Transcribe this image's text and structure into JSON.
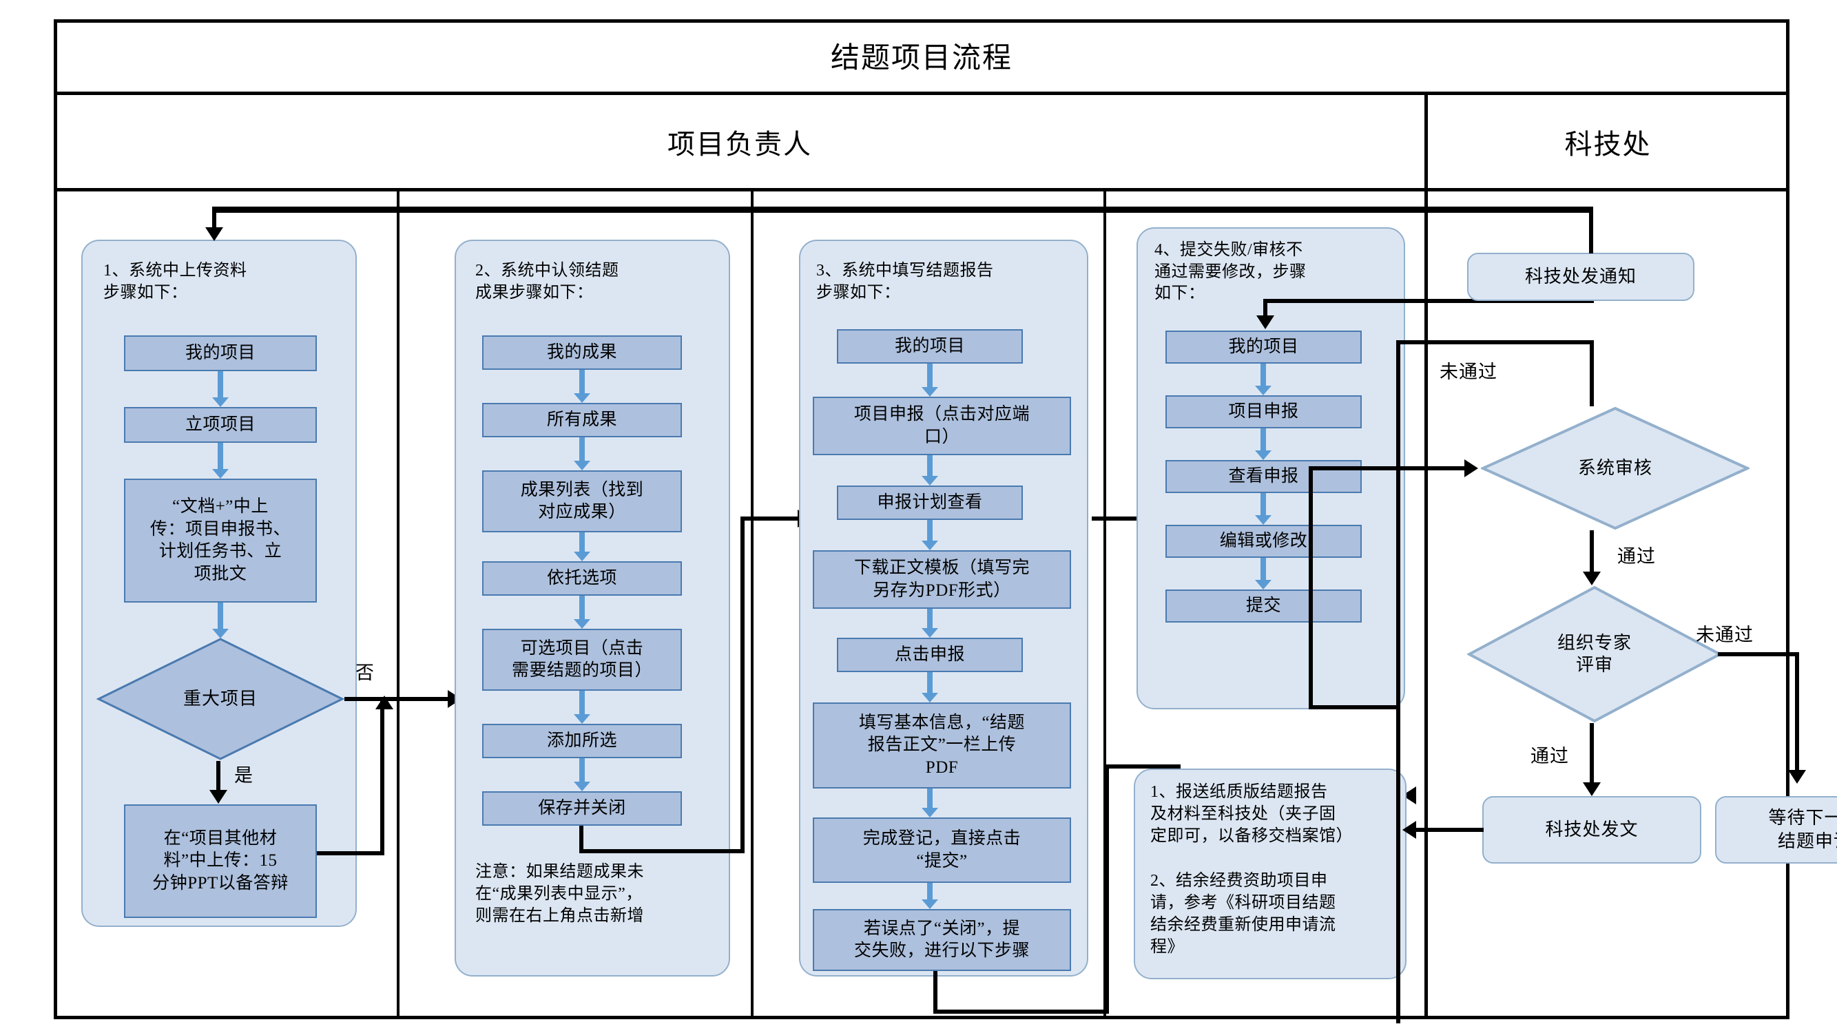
{
  "title": "结题项目流程",
  "lanes": [
    {
      "name": "项目负责人"
    },
    {
      "name": "科技处"
    }
  ],
  "columns": [
    {
      "id": "col1",
      "heading": "1、系统中上传资料\n步骤如下：",
      "steps": [
        {
          "label": "我的项目",
          "bold": false
        },
        {
          "label": "立项项目",
          "bold": false
        },
        {
          "label": "“文档+”中上\n传：项目申报书、\n计划任务书、立\n项批文",
          "bold": false
        },
        {
          "label": "在“项目其他材\n料”中上传：15\n分钟PPT以备答辩",
          "bold": false
        }
      ],
      "decision": "重大项目",
      "decision_yes": "是",
      "decision_no": "否"
    },
    {
      "id": "col2",
      "heading": "2、系统中认领结题\n成果步骤如下：",
      "steps": [
        {
          "label": "我的成果"
        },
        {
          "label": "所有成果"
        },
        {
          "label": "成果列表（找到\n对应成果）"
        },
        {
          "label": "依托选项"
        },
        {
          "label": "可选项目（点击\n需要结题的项目）"
        },
        {
          "label": "添加所选"
        },
        {
          "label": "保存并关闭"
        }
      ],
      "note": "注意：如果结题成果未\n在“成果列表中显示”，\n则需在右上角点击新增"
    },
    {
      "id": "col3",
      "heading": "3、系统中填写结题报告\n步骤如下：",
      "steps": [
        {
          "label": "我的项目"
        },
        {
          "label": "项目申报（点击对应端\n口）"
        },
        {
          "label": "申报计划查看"
        },
        {
          "label": "下载正文模板（填写完\n另存为PDF形式）"
        },
        {
          "label": "点击申报"
        },
        {
          "label": "填写基本信息，“结题\n报告正文”一栏上传\nPDF"
        },
        {
          "label": "完成登记，直接点击\n“提交”"
        },
        {
          "label": "若误点了“关闭”，提\n交失败，进行以下步骤"
        }
      ]
    },
    {
      "id": "col4",
      "heading": "4、提交失败/审核不\n通过需要修改，步骤\n如下：",
      "steps": [
        {
          "label": "我的项目"
        },
        {
          "label": "项目申报"
        },
        {
          "label": "查看申报"
        },
        {
          "label": "编辑或修改"
        },
        {
          "label": "提交"
        }
      ],
      "followup": "1、报送纸质版结题报告\n及材料至科技处（夹子固\n定即可，以备移交档案馆）\n\n2、结余经费资助项目申\n请，参考《科研项目结题\n结余经费重新使用申请流\n程》"
    }
  ],
  "right_lane": {
    "notice": "科技处发通知",
    "system_review": "系统审核",
    "expert_review": "组织专家\n评审",
    "issue_doc": "科技处发文",
    "wait_next": "等待下一批\n结题申请",
    "labels": {
      "sys_fail": "未通过",
      "sys_pass": "通过",
      "exp_fail": "未通过",
      "exp_pass": "通过"
    }
  },
  "colors": {
    "group_fill": "#dce6f2",
    "group_stroke": "#93b0cc",
    "proc_fill": "#adc0dd",
    "proc_stroke": "#4a7ab0",
    "arrow_blue": "#5b9bd5",
    "line_black": "#000000"
  }
}
